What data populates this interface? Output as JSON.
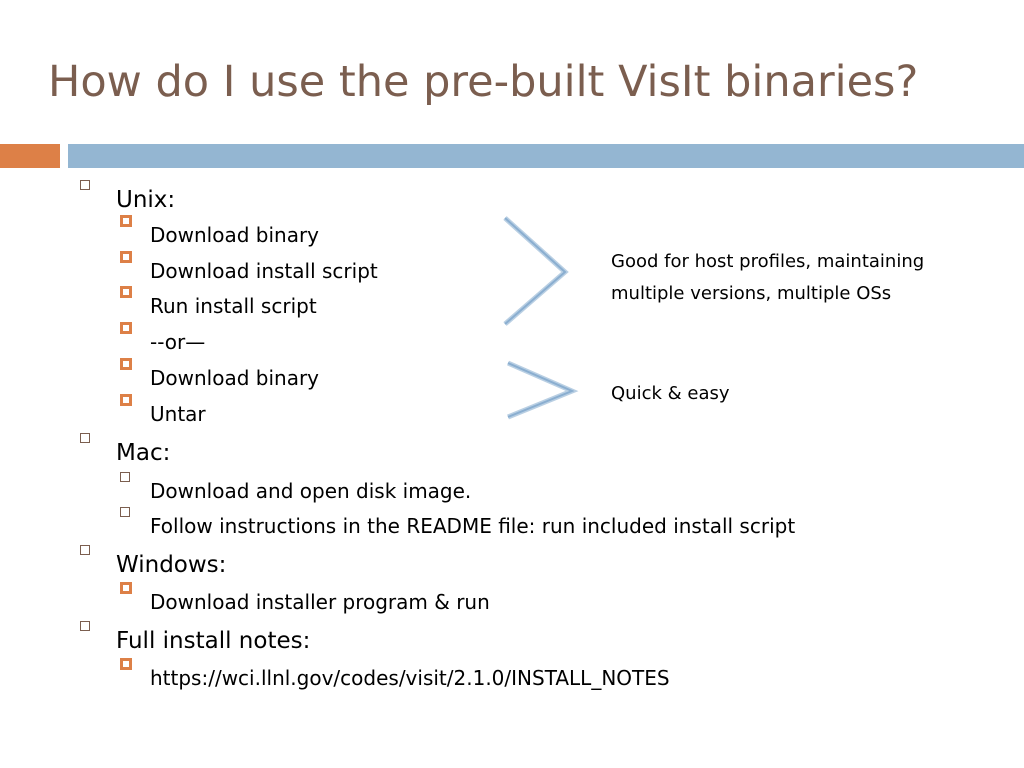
{
  "slide": {
    "title": "How do I use the pre-built VisIt binaries?",
    "bullets": {
      "unix": {
        "label": "Unix:",
        "items": [
          "Download binary",
          "Download install script",
          "Run install script",
          "--or—",
          "Download binary",
          "Untar"
        ]
      },
      "mac": {
        "label": "Mac:",
        "items": [
          "Download and open disk image.",
          "Follow instructions in the README file: run included install script"
        ]
      },
      "windows": {
        "label": "Windows:",
        "items": [
          "Download installer program & run"
        ]
      },
      "notes": {
        "label": "Full install notes:",
        "items": [
          "https://wci.llnl.gov/codes/visit/2.1.0/INSTALL_NOTES"
        ]
      }
    },
    "callouts": {
      "first_line1": "Good for host profiles, maintaining",
      "first_line2": "multiple versions, multiple OSs",
      "second": "Quick & easy"
    },
    "colors": {
      "title": "#7b5e4f",
      "accent_orange": "#dd8047",
      "accent_blue": "#94b6d2"
    }
  }
}
